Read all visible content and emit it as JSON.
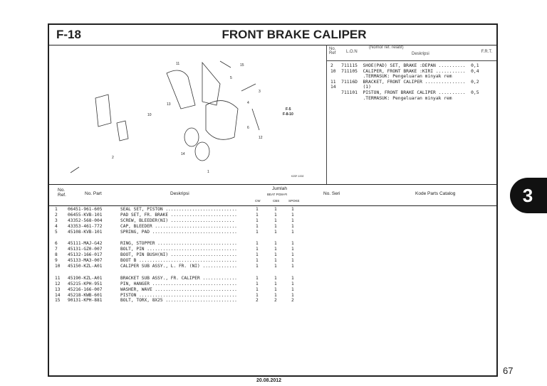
{
  "header": {
    "code": "F-18",
    "title": "FRONT BRAKE CALIPER"
  },
  "diagram": {
    "callouts": [
      "1",
      "2",
      "5",
      "10",
      "11",
      "12",
      "13",
      "14",
      "15",
      "3",
      "4",
      "6"
    ],
    "refs": [
      "F-5",
      "F-8-10"
    ],
    "id": "KZ0F-1002"
  },
  "lon": {
    "no_ref": "No. Ref",
    "lon": "L.O.N",
    "note": "(Nomor ref. relatif)",
    "desc": "Deskripsi",
    "frt": "F.R.T.",
    "rows": [
      "2   711115  SHOE(PAD) SET, BRAKE :DEPAN ..........  0,1",
      "10  711105  CALIPER, FRONT BRAKE :KIRI ...........  0,4",
      "            .TERMASUK: Pengeluaran minyak rem",
      "11  71116D  BRACKET, FRONT CALIPER ...............  0,2",
      "14          (1)",
      "    711101  PISTON, FRONT BRAKE CALIPER ..........  0,5",
      "            .TERMASUK: Pengeluaran minyak rem"
    ]
  },
  "table": {
    "headers": {
      "no_ref": "No. Ref.",
      "no_part": "No. Part",
      "desc": "Deskripsi",
      "jumlah": "Jumlah",
      "model": "BEAT PGM-FI",
      "cw": "CW",
      "cbs": "CBS",
      "spoke": "SPOKE",
      "no_seri": "No. Seri",
      "kode": "Kode Parts Catalog"
    },
    "groups": [
      [
        [
          "1",
          "06451-961-605",
          "SEAL SET, PISTON ...........................",
          "1",
          "1",
          "1"
        ],
        [
          "2",
          "06455-KVB-101",
          "PAD SET, FR. BRAKE .........................",
          "1",
          "1",
          "1"
        ],
        [
          "3",
          "43352-568-004",
          "SCREW, BLEEDER(NI) ........................",
          "1",
          "1",
          "1"
        ],
        [
          "4",
          "43353-461-772",
          "CAP, BLEEDER ...............................",
          "1",
          "1",
          "1"
        ],
        [
          "5",
          "45108-KVB-101",
          "SPRING, PAD ................................",
          "1",
          "1",
          "1"
        ]
      ],
      [
        [
          "6",
          "45111-MAJ-G42",
          "RING, STOPPER ..............................",
          "1",
          "1",
          "1"
        ],
        [
          "7",
          "45131-GZ0-007",
          "BOLT, PIN ..................................",
          "1",
          "1",
          "1"
        ],
        [
          "8",
          "45132-166-017",
          "BOOT, PIN BUSH(NI) .........................",
          "1",
          "1",
          "1"
        ],
        [
          "9",
          "45133-MA3-007",
          "BOOT B .....................................",
          "1",
          "1",
          "1"
        ],
        [
          "10",
          "45150-KZL-A01",
          "CALIPER SUB ASSY., L. FR. (NI) .............",
          "1",
          "1",
          "1"
        ]
      ],
      [
        [
          "11",
          "45190-KZL-A01",
          "BRACKET SUB ASSY., FR. CALIPER .............",
          "1",
          "1",
          "1"
        ],
        [
          "12",
          "45215-KPH-951",
          "PIN, HANGER ................................",
          "1",
          "1",
          "1"
        ],
        [
          "13",
          "45216-166-007",
          "WASHER, WAVE ...............................",
          "1",
          "1",
          "1"
        ],
        [
          "14",
          "45218-KWB-601",
          "PISTON .....................................",
          "1",
          "1",
          "1"
        ],
        [
          "15",
          "90131-KPH-881",
          "BOLT, TORX, 8X25 ...........................",
          "2",
          "2",
          "2"
        ]
      ]
    ]
  },
  "section": "3",
  "page": "67",
  "date": "20.08.2012"
}
